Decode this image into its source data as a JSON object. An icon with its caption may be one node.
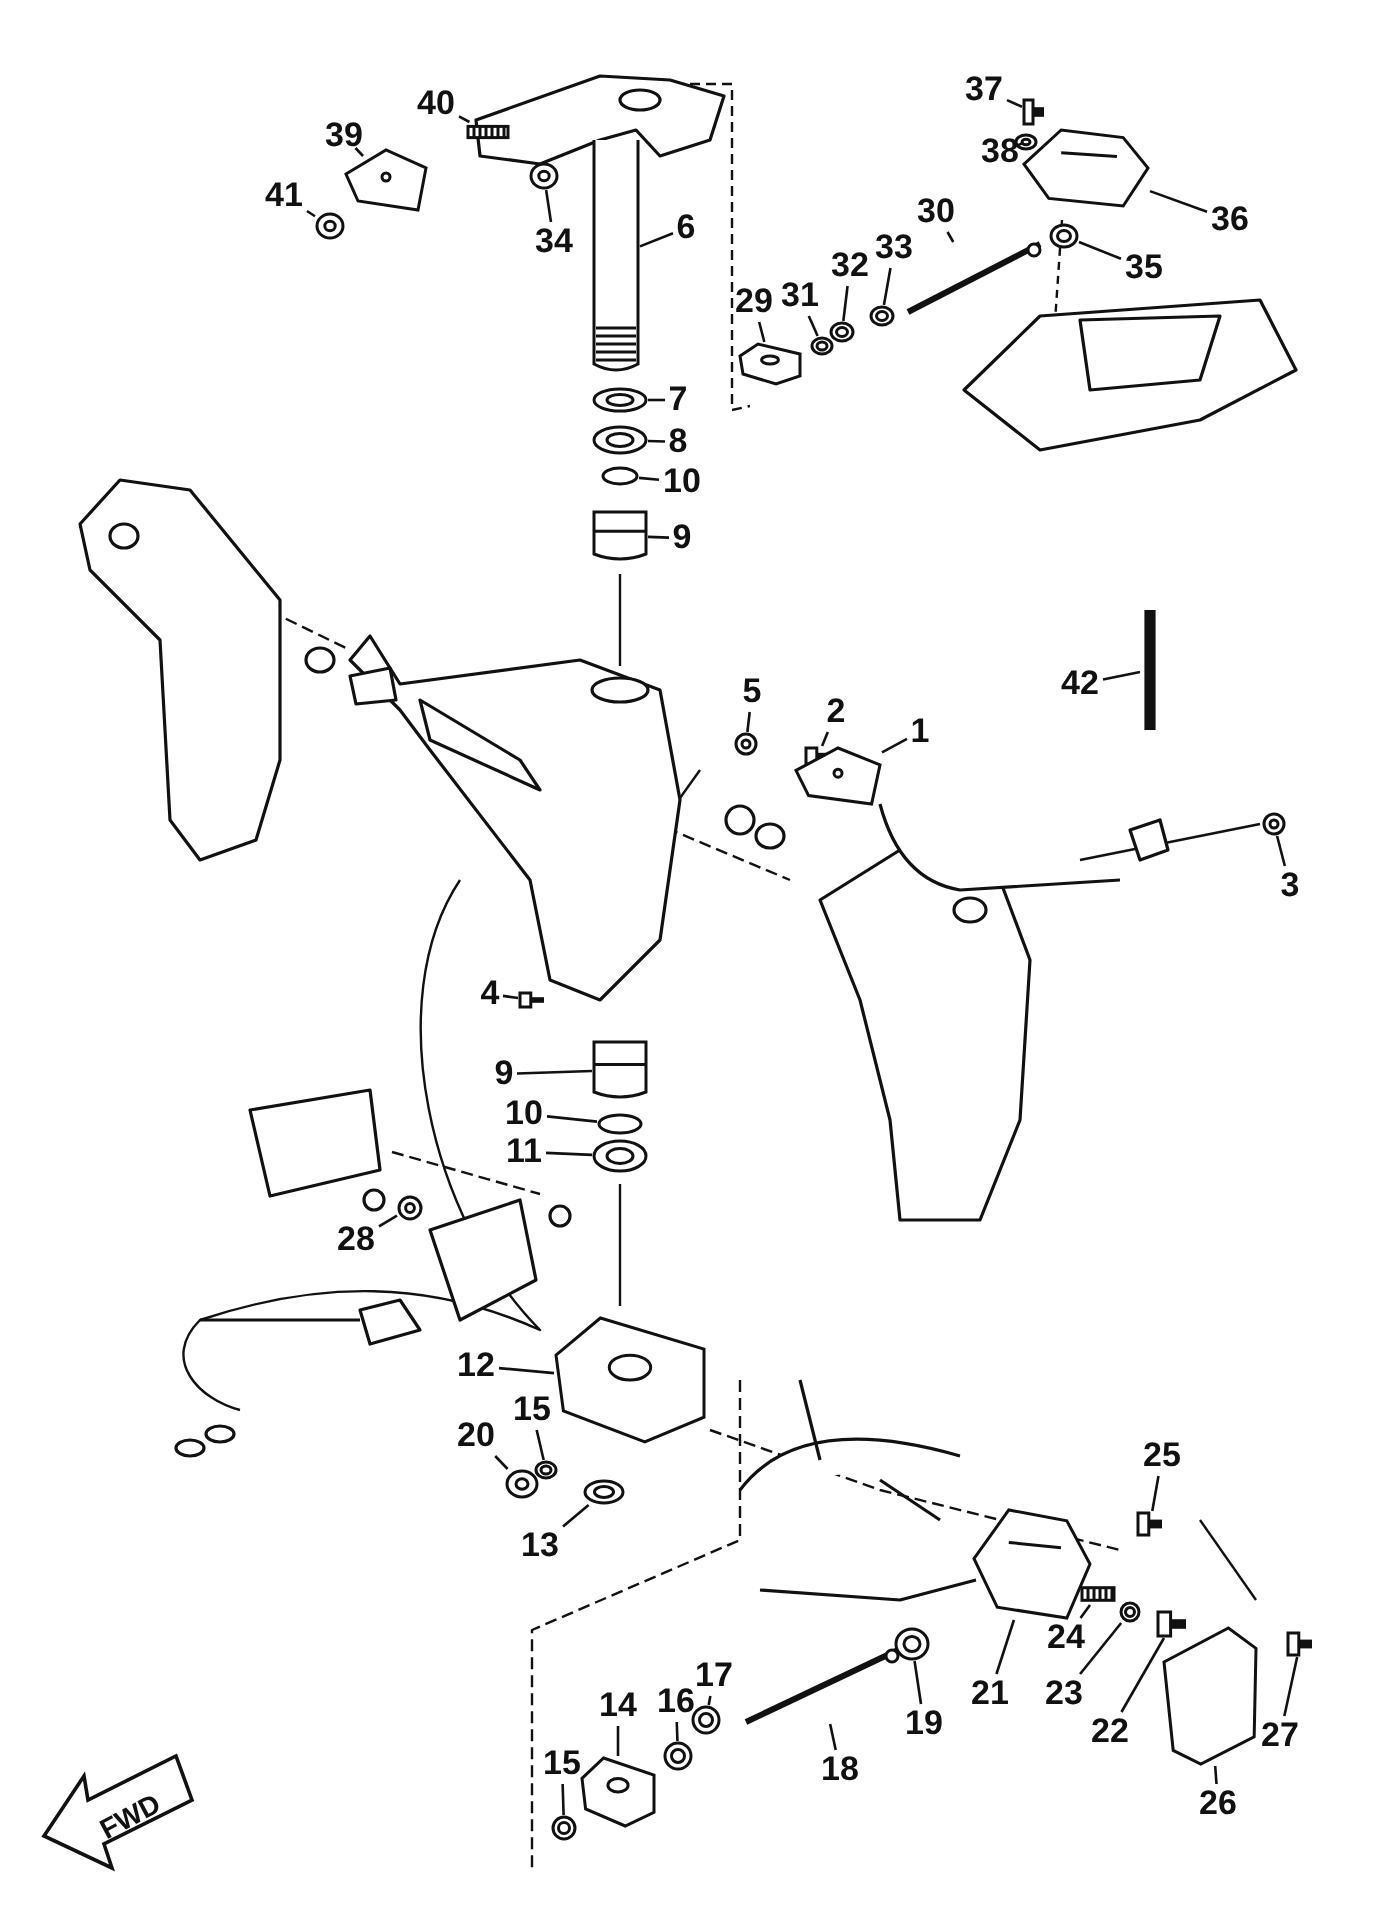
{
  "diagram": {
    "nodes": [
      {
        "text": [
          "37"
        ]
      },
      {
        "text": [
          "40"
        ]
      },
      {
        "text": [
          "39"
        ]
      },
      {
        "text": [
          "38"
        ]
      },
      {
        "text": [
          "41"
        ]
      },
      {
        "text": [
          "36"
        ]
      },
      {
        "text": [
          "30"
        ]
      },
      {
        "text": [
          "34"
        ]
      },
      {
        "text": [
          "6"
        ]
      },
      {
        "text": [
          "33"
        ]
      },
      {
        "text": [
          "35"
        ]
      },
      {
        "text": [
          "32"
        ]
      },
      {
        "text": [
          "31"
        ]
      },
      {
        "text": [
          "29"
        ]
      },
      {
        "text": [
          "7"
        ]
      },
      {
        "text": [
          "8"
        ]
      },
      {
        "text": [
          "10"
        ]
      },
      {
        "text": [
          "9"
        ]
      },
      {
        "text": [
          "42"
        ]
      },
      {
        "text": [
          "5"
        ]
      },
      {
        "text": [
          "2"
        ]
      },
      {
        "text": [
          "1"
        ]
      },
      {
        "text": [
          "3"
        ]
      },
      {
        "text": [
          "4"
        ]
      },
      {
        "text": [
          "9"
        ]
      },
      {
        "text": [
          "10"
        ]
      },
      {
        "text": [
          "11"
        ]
      },
      {
        "text": [
          "28"
        ]
      },
      {
        "text": [
          "12"
        ]
      },
      {
        "text": [
          "15"
        ]
      },
      {
        "text": [
          "20"
        ]
      },
      {
        "text": [
          "13"
        ]
      },
      {
        "text": [
          "25"
        ]
      },
      {
        "text": [
          "24"
        ]
      },
      {
        "text": [
          "17"
        ]
      },
      {
        "text": [
          "21"
        ]
      },
      {
        "text": [
          "23"
        ]
      },
      {
        "text": [
          "16"
        ]
      },
      {
        "text": [
          "19"
        ]
      },
      {
        "text": [
          "14"
        ]
      },
      {
        "text": [
          "22"
        ]
      },
      {
        "text": [
          "27"
        ]
      },
      {
        "text": [
          "15"
        ]
      },
      {
        "text": [
          "18"
        ]
      },
      {
        "text": [
          "26"
        ]
      },
      {
        "text": [],
        "shape": "picture"
      },
      {
        "text": [],
        "shape": "picture"
      },
      {
        "text": [],
        "shape": "picture"
      },
      {
        "text": [],
        "shape": "picture"
      },
      {
        "text": [],
        "shape": "picture"
      },
      {
        "text": [],
        "shape": "picture"
      },
      {
        "text": [],
        "shape": "bar"
      },
      {
        "text": [],
        "shape": "picture"
      },
      {
        "text": [],
        "shape": "picture"
      },
      {
        "text": [],
        "shape": "picture"
      },
      {
        "text": [],
        "shape": "picture"
      },
      {
        "text": [],
        "shape": "picture"
      },
      {
        "text": [],
        "shape": "picture"
      },
      {
        "text": [],
        "shape": "picture"
      },
      {
        "text": [],
        "shape": "picture"
      },
      {
        "text": [],
        "shape": "picture"
      },
      {
        "text": [],
        "shape": "circle"
      },
      {
        "text": [],
        "shape": "picture"
      },
      {
        "text": [],
        "shape": "picture"
      },
      {
        "text": [],
        "shape": "picture"
      },
      {
        "text": [],
        "shape": "picture"
      },
      {
        "text": [],
        "shape": "picture"
      },
      {
        "text": [],
        "shape": "picture"
      },
      {
        "text": [],
        "shape": "picture"
      },
      {
        "text": [],
        "shape": "picture"
      },
      {
        "text": [],
        "shape": "circle"
      },
      {
        "text": [],
        "shape": "picture"
      },
      {
        "text": [],
        "shape": "picture"
      },
      {
        "text": [],
        "shape": "picture"
      },
      {
        "text": [],
        "shape": "picture"
      },
      {
        "text": [],
        "shape": "picture"
      },
      {
        "text": [],
        "shape": "picture"
      },
      {
        "text": [],
        "shape": "picture"
      },
      {
        "text": [],
        "shape": "picture"
      },
      {
        "text": [],
        "shape": "picture"
      },
      {
        "text": [],
        "shape": "picture"
      },
      {
        "text": [],
        "shape": "picture"
      },
      {
        "text": [],
        "shape": "picture"
      },
      {
        "text": [],
        "shape": "picture"
      },
      {
        "text": [],
        "shape": "picture"
      },
      {
        "text": [],
        "shape": "picture"
      },
      {
        "text": [],
        "shape": "picture"
      },
      {
        "text": [],
        "shape": "picture"
      },
      {
        "text": [],
        "shape": "bar"
      },
      {
        "text": [],
        "shape": "picture"
      },
      {
        "text": [
          "FWD"
        ]
      }
    ],
    "edges": [
      {
        "from": 0,
        "to": 45,
        "arrow": "none"
      },
      {
        "from": 1,
        "to": 46,
        "arrow": "none"
      },
      {
        "from": 2,
        "to": 47,
        "arrow": "none"
      },
      {
        "from": 3,
        "to": 48,
        "arrow": "none"
      },
      {
        "from": 4,
        "to": 49,
        "arrow": "none"
      },
      {
        "from": 5,
        "to": 50,
        "arrow": "none"
      },
      {
        "from": 6,
        "to": 51,
        "arrow": "none"
      },
      {
        "from": 7,
        "to": 52,
        "arrow": "none"
      },
      {
        "from": 8,
        "to": 53,
        "arrow": "none"
      },
      {
        "from": 9,
        "to": 54,
        "arrow": "none"
      },
      {
        "from": 10,
        "to": 55,
        "arrow": "none"
      },
      {
        "from": 11,
        "to": 56,
        "arrow": "none"
      },
      {
        "from": 12,
        "to": 57,
        "arrow": "none"
      },
      {
        "from": 13,
        "to": 58,
        "arrow": "none"
      },
      {
        "from": 14,
        "to": 59,
        "arrow": "none"
      },
      {
        "from": 15,
        "to": 60,
        "arrow": "none"
      },
      {
        "from": 16,
        "to": 61,
        "arrow": "none"
      },
      {
        "from": 17,
        "to": 62,
        "arrow": "none"
      },
      {
        "from": 18,
        "to": 63,
        "arrow": "none"
      },
      {
        "from": 19,
        "to": 64,
        "arrow": "none"
      },
      {
        "from": 20,
        "to": 65,
        "arrow": "none"
      },
      {
        "from": 21,
        "to": 66,
        "arrow": "none"
      },
      {
        "from": 22,
        "to": 67,
        "arrow": "none"
      },
      {
        "from": 23,
        "to": 68,
        "arrow": "none"
      },
      {
        "from": 24,
        "to": 69,
        "arrow": "none"
      },
      {
        "from": 25,
        "to": 70,
        "arrow": "none"
      },
      {
        "from": 26,
        "to": 71,
        "arrow": "none"
      },
      {
        "from": 27,
        "to": 72,
        "arrow": "none"
      },
      {
        "from": 28,
        "to": 73,
        "arrow": "none"
      },
      {
        "from": 29,
        "to": 74,
        "arrow": "none"
      },
      {
        "from": 30,
        "to": 75,
        "arrow": "none"
      },
      {
        "from": 31,
        "to": 76,
        "arrow": "none"
      },
      {
        "from": 32,
        "to": 77,
        "arrow": "none"
      },
      {
        "from": 33,
        "to": 78,
        "arrow": "none"
      },
      {
        "from": 34,
        "to": 79,
        "arrow": "none"
      },
      {
        "from": 35,
        "to": 80,
        "arrow": "none"
      },
      {
        "from": 36,
        "to": 81,
        "arrow": "none"
      },
      {
        "from": 37,
        "to": 82,
        "arrow": "none"
      },
      {
        "from": 38,
        "to": 83,
        "arrow": "none"
      },
      {
        "from": 39,
        "to": 84,
        "arrow": "none"
      },
      {
        "from": 40,
        "to": 85,
        "arrow": "none"
      },
      {
        "from": 41,
        "to": 86,
        "arrow": "none"
      },
      {
        "from": 42,
        "to": 87,
        "arrow": "none"
      },
      {
        "from": 43,
        "to": 88,
        "arrow": "none"
      },
      {
        "from": 44,
        "to": 89,
        "arrow": "none"
      }
    ]
  }
}
